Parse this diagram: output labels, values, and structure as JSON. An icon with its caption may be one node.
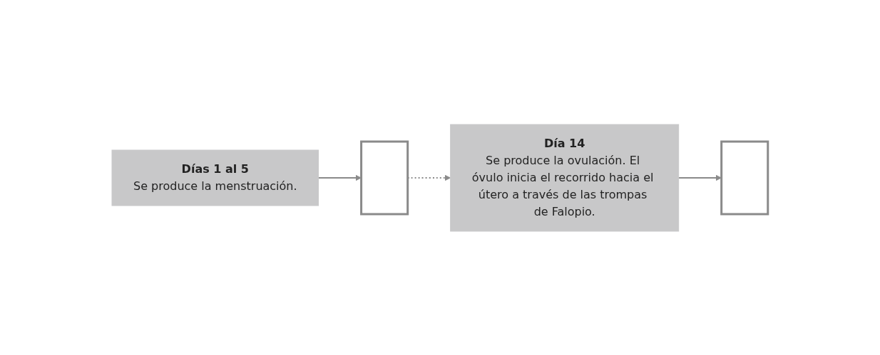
{
  "diagram": {
    "nodes": [
      {
        "text": [
          "Días 1 al 5",
          "Se produce la menstruación."
        ]
      },
      {
        "text": [],
        "shape": "box"
      },
      {
        "text": [
          "Día 14",
          "Se produce la ovulación. El óvulo inicia el recorrido hacia el útero a través de las trompas de Falopio."
        ]
      },
      {
        "text": [],
        "shape": "box"
      }
    ],
    "edges": [
      {
        "from": 0,
        "to": 1,
        "arrow": "to"
      },
      {
        "from": 1,
        "to": 2,
        "arrow": "to",
        "style": "dashed"
      },
      {
        "from": 2,
        "to": 3,
        "arrow": "to"
      }
    ]
  }
}
